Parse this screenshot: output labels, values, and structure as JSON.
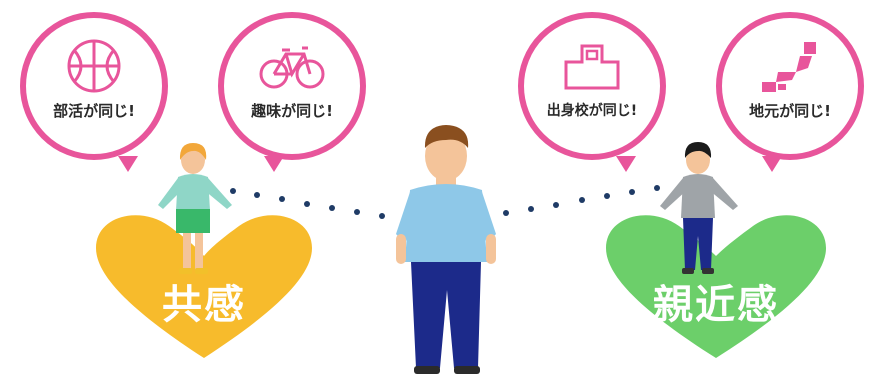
{
  "bubbles": [
    {
      "label": "部活が同じ!",
      "icon": "basketball-icon"
    },
    {
      "label": "趣味が同じ!",
      "icon": "bicycle-icon"
    },
    {
      "label": "出身校が同じ!",
      "icon": "school-icon"
    },
    {
      "label": "地元が同じ!",
      "icon": "japan-map-icon"
    }
  ],
  "hearts": {
    "left": {
      "text": "共感",
      "color": "#f7bb2c"
    },
    "right": {
      "text": "親近感",
      "color": "#6ccf6a"
    }
  },
  "colors": {
    "bubble_border": "#e8559b",
    "dots": "#1f3b66",
    "man_shirt": "#8ec8e8",
    "man_pants": "#1c2a8a",
    "girl_shirt": "#8fd6c7",
    "girl_skirt": "#39b86a",
    "boy_shirt": "#9fa4a8",
    "boy_pants": "#1c2a8a"
  }
}
